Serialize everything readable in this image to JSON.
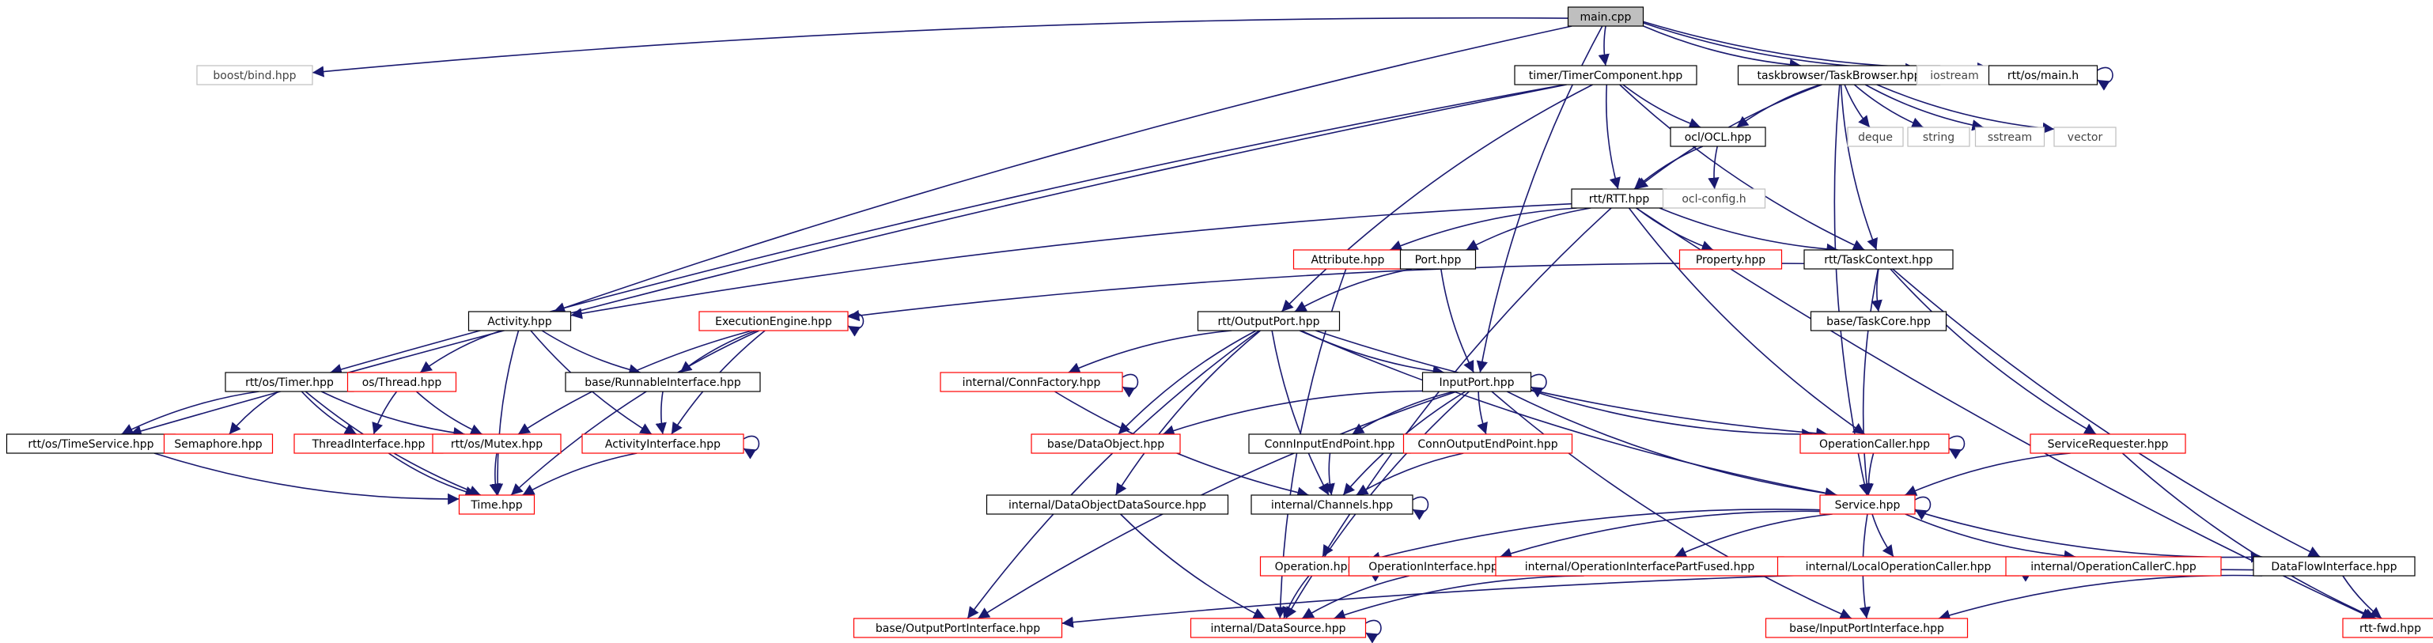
{
  "colors": {
    "edge": "#191970",
    "border_black": "#000000",
    "border_red": "#ff0000",
    "border_gray": "#bfbfbf",
    "root_fill": "#bfbfbf",
    "text": "#000000",
    "text_gray": "#444444"
  },
  "nodes": [
    {
      "id": "main",
      "label": "main.cpp",
      "style": "root"
    },
    {
      "id": "boost_bind",
      "label": "boost/bind.hpp",
      "style": "gray"
    },
    {
      "id": "timer_comp",
      "label": "timer/TimerComponent.hpp",
      "style": "black"
    },
    {
      "id": "taskbrowser",
      "label": "taskbrowser/TaskBrowser.hpp",
      "style": "black"
    },
    {
      "id": "iostream",
      "label": "iostream",
      "style": "gray"
    },
    {
      "id": "os_main",
      "label": "rtt/os/main.h",
      "style": "black"
    },
    {
      "id": "ocl",
      "label": "ocl/OCL.hpp",
      "style": "black"
    },
    {
      "id": "deque",
      "label": "deque",
      "style": "gray"
    },
    {
      "id": "string",
      "label": "string",
      "style": "gray"
    },
    {
      "id": "sstream",
      "label": "sstream",
      "style": "gray"
    },
    {
      "id": "vector",
      "label": "vector",
      "style": "gray"
    },
    {
      "id": "rtt",
      "label": "rtt/RTT.hpp",
      "style": "black"
    },
    {
      "id": "ocl_config",
      "label": "ocl-config.h",
      "style": "gray"
    },
    {
      "id": "attribute",
      "label": "Attribute.hpp",
      "style": "red"
    },
    {
      "id": "port",
      "label": "Port.hpp",
      "style": "black"
    },
    {
      "id": "property",
      "label": "Property.hpp",
      "style": "red"
    },
    {
      "id": "taskcontext",
      "label": "rtt/TaskContext.hpp",
      "style": "black"
    },
    {
      "id": "activity",
      "label": "Activity.hpp",
      "style": "black"
    },
    {
      "id": "exec_engine",
      "label": "ExecutionEngine.hpp",
      "style": "red"
    },
    {
      "id": "output_port",
      "label": "rtt/OutputPort.hpp",
      "style": "black"
    },
    {
      "id": "taskcore",
      "label": "base/TaskCore.hpp",
      "style": "black"
    },
    {
      "id": "os_timer",
      "label": "rtt/os/Timer.hpp",
      "style": "black"
    },
    {
      "id": "os_thread",
      "label": "os/Thread.hpp",
      "style": "red"
    },
    {
      "id": "runnable",
      "label": "base/RunnableInterface.hpp",
      "style": "black"
    },
    {
      "id": "connfactory",
      "label": "internal/ConnFactory.hpp",
      "style": "red"
    },
    {
      "id": "input_port",
      "label": "InputPort.hpp",
      "style": "black"
    },
    {
      "id": "timeservice",
      "label": "rtt/os/TimeService.hpp",
      "style": "black"
    },
    {
      "id": "semaphore",
      "label": "Semaphore.hpp",
      "style": "red"
    },
    {
      "id": "threadiface",
      "label": "ThreadInterface.hpp",
      "style": "red"
    },
    {
      "id": "mutex",
      "label": "rtt/os/Mutex.hpp",
      "style": "red"
    },
    {
      "id": "activityiface",
      "label": "ActivityInterface.hpp",
      "style": "red"
    },
    {
      "id": "dataobject",
      "label": "base/DataObject.hpp",
      "style": "red"
    },
    {
      "id": "conninput",
      "label": "ConnInputEndPoint.hpp",
      "style": "black"
    },
    {
      "id": "connoutput",
      "label": "ConnOutputEndPoint.hpp",
      "style": "red"
    },
    {
      "id": "opcaller",
      "label": "OperationCaller.hpp",
      "style": "red"
    },
    {
      "id": "servicereq",
      "label": "ServiceRequester.hpp",
      "style": "red"
    },
    {
      "id": "time",
      "label": "Time.hpp",
      "style": "red"
    },
    {
      "id": "dods",
      "label": "internal/DataObjectDataSource.hpp",
      "style": "black"
    },
    {
      "id": "channels",
      "label": "internal/Channels.hpp",
      "style": "black"
    },
    {
      "id": "service",
      "label": "Service.hpp",
      "style": "red"
    },
    {
      "id": "operation",
      "label": "Operation.hpp",
      "style": "red"
    },
    {
      "id": "opiface",
      "label": "OperationInterface.hpp",
      "style": "red"
    },
    {
      "id": "opifacefused",
      "label": "internal/OperationInterfacePartFused.hpp",
      "style": "red"
    },
    {
      "id": "localopcaller",
      "label": "internal/LocalOperationCaller.hpp",
      "style": "red"
    },
    {
      "id": "opcallerc",
      "label": "internal/OperationCallerC.hpp",
      "style": "red"
    },
    {
      "id": "dataflow",
      "label": "DataFlowInterface.hpp",
      "style": "black"
    },
    {
      "id": "outportiface",
      "label": "base/OutputPortInterface.hpp",
      "style": "red"
    },
    {
      "id": "datasource",
      "label": "internal/DataSource.hpp",
      "style": "red"
    },
    {
      "id": "inportiface",
      "label": "base/InputPortInterface.hpp",
      "style": "red"
    },
    {
      "id": "rttfwd",
      "label": "rtt-fwd.hpp",
      "style": "red"
    }
  ],
  "edges": [
    [
      "main",
      "boost_bind"
    ],
    [
      "main",
      "timer_comp"
    ],
    [
      "main",
      "taskbrowser"
    ],
    [
      "main",
      "iostream"
    ],
    [
      "main",
      "os_main"
    ],
    [
      "main",
      "activity"
    ],
    [
      "main",
      "input_port"
    ],
    [
      "os_main",
      "os_main"
    ],
    [
      "timer_comp",
      "ocl"
    ],
    [
      "timer_comp",
      "rtt"
    ],
    [
      "timer_comp",
      "taskcontext"
    ],
    [
      "timer_comp",
      "os_timer"
    ],
    [
      "timer_comp",
      "timeservice"
    ],
    [
      "timer_comp",
      "output_port"
    ],
    [
      "taskbrowser",
      "ocl"
    ],
    [
      "taskbrowser",
      "rtt"
    ],
    [
      "taskbrowser",
      "taskcontext"
    ],
    [
      "taskbrowser",
      "deque"
    ],
    [
      "taskbrowser",
      "string"
    ],
    [
      "taskbrowser",
      "sstream"
    ],
    [
      "taskbrowser",
      "vector"
    ],
    [
      "taskbrowser",
      "service"
    ],
    [
      "ocl",
      "rtt"
    ],
    [
      "ocl",
      "ocl_config"
    ],
    [
      "rtt",
      "attribute"
    ],
    [
      "rtt",
      "port"
    ],
    [
      "rtt",
      "property"
    ],
    [
      "rtt",
      "taskcontext"
    ],
    [
      "rtt",
      "activity"
    ],
    [
      "rtt",
      "opcaller"
    ],
    [
      "rtt",
      "operation"
    ],
    [
      "rtt",
      "rttfwd"
    ],
    [
      "attribute",
      "datasource"
    ],
    [
      "port",
      "output_port"
    ],
    [
      "port",
      "input_port"
    ],
    [
      "taskcontext",
      "exec_engine"
    ],
    [
      "taskcontext",
      "taskcore"
    ],
    [
      "taskcontext",
      "servicereq"
    ],
    [
      "taskcontext",
      "service"
    ],
    [
      "taskcontext",
      "dataflow"
    ],
    [
      "activity",
      "os_thread"
    ],
    [
      "activity",
      "runnable"
    ],
    [
      "activity",
      "activityiface"
    ],
    [
      "activity",
      "time"
    ],
    [
      "exec_engine",
      "exec_engine"
    ],
    [
      "exec_engine",
      "runnable"
    ],
    [
      "exec_engine",
      "activityiface"
    ],
    [
      "exec_engine",
      "mutex"
    ],
    [
      "exec_engine",
      "time"
    ],
    [
      "output_port",
      "connfactory"
    ],
    [
      "output_port",
      "input_port"
    ],
    [
      "output_port",
      "dataobject"
    ],
    [
      "output_port",
      "opcaller"
    ],
    [
      "output_port",
      "service"
    ],
    [
      "output_port",
      "dods"
    ],
    [
      "output_port",
      "channels"
    ],
    [
      "output_port",
      "outportiface"
    ],
    [
      "os_timer",
      "timeservice"
    ],
    [
      "os_timer",
      "semaphore"
    ],
    [
      "os_timer",
      "threadiface"
    ],
    [
      "os_timer",
      "mutex"
    ],
    [
      "os_timer",
      "time"
    ],
    [
      "os_thread",
      "threadiface"
    ],
    [
      "os_thread",
      "mutex"
    ],
    [
      "runnable",
      "activityiface"
    ],
    [
      "connfactory",
      "connfactory"
    ],
    [
      "connfactory",
      "channels"
    ],
    [
      "input_port",
      "input_port"
    ],
    [
      "input_port",
      "dataobject"
    ],
    [
      "input_port",
      "conninput"
    ],
    [
      "input_port",
      "connoutput"
    ],
    [
      "input_port",
      "opcaller"
    ],
    [
      "input_port",
      "service"
    ],
    [
      "input_port",
      "channels"
    ],
    [
      "input_port",
      "outportiface"
    ],
    [
      "input_port",
      "datasource"
    ],
    [
      "input_port",
      "inportiface"
    ],
    [
      "timeservice",
      "time"
    ],
    [
      "threadiface",
      "time"
    ],
    [
      "mutex",
      "time"
    ],
    [
      "activityiface",
      "activityiface"
    ],
    [
      "activityiface",
      "time"
    ],
    [
      "conninput",
      "channels"
    ],
    [
      "connoutput",
      "channels"
    ],
    [
      "opcaller",
      "opcaller"
    ],
    [
      "opcaller",
      "service"
    ],
    [
      "servicereq",
      "service"
    ],
    [
      "servicereq",
      "rttfwd"
    ],
    [
      "dods",
      "datasource"
    ],
    [
      "channels",
      "channels"
    ],
    [
      "service",
      "service"
    ],
    [
      "service",
      "operation"
    ],
    [
      "service",
      "opiface"
    ],
    [
      "service",
      "opifacefused"
    ],
    [
      "service",
      "localopcaller"
    ],
    [
      "service",
      "opcallerc"
    ],
    [
      "service",
      "dataflow"
    ],
    [
      "service",
      "inportiface"
    ],
    [
      "operation",
      "operation"
    ],
    [
      "operation",
      "datasource"
    ],
    [
      "opiface",
      "datasource"
    ],
    [
      "opifacefused",
      "datasource"
    ],
    [
      "localopcaller",
      "localopcaller"
    ],
    [
      "dataflow",
      "outportiface"
    ],
    [
      "dataflow",
      "inportiface"
    ],
    [
      "dataflow",
      "rttfwd"
    ],
    [
      "datasource",
      "datasource"
    ]
  ]
}
